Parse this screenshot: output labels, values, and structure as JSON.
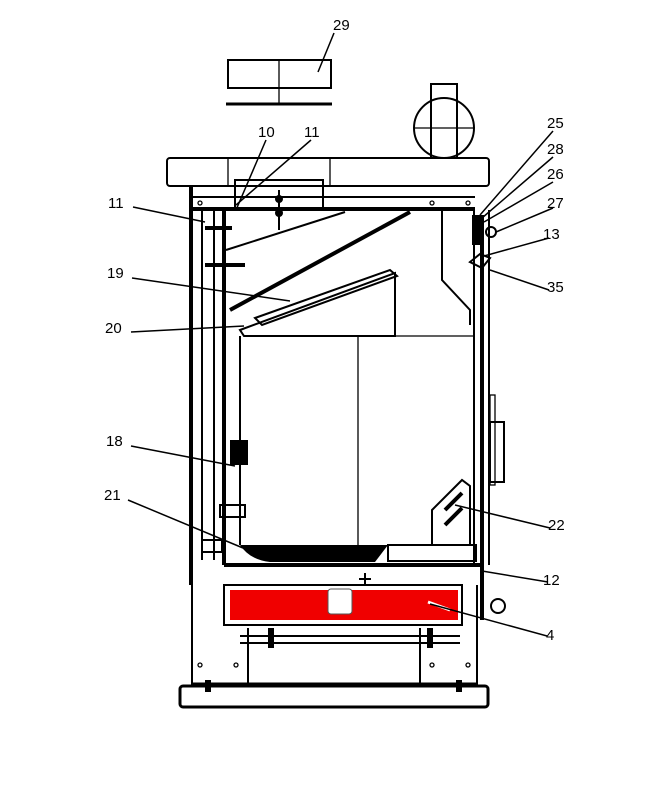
{
  "diagram": {
    "title": "Stove exploded parts diagram",
    "highlight_color": "#f00000",
    "labels": {
      "p29": "29",
      "p10": "10",
      "p11_top": "11",
      "p25": "25",
      "p28": "28",
      "p26": "26",
      "p27": "27",
      "p13": "13",
      "p35": "35",
      "p11_left": "11",
      "p19": "19",
      "p20": "20",
      "p18": "18",
      "p21": "21",
      "p22": "22",
      "p12": "12",
      "p4": "4"
    }
  }
}
